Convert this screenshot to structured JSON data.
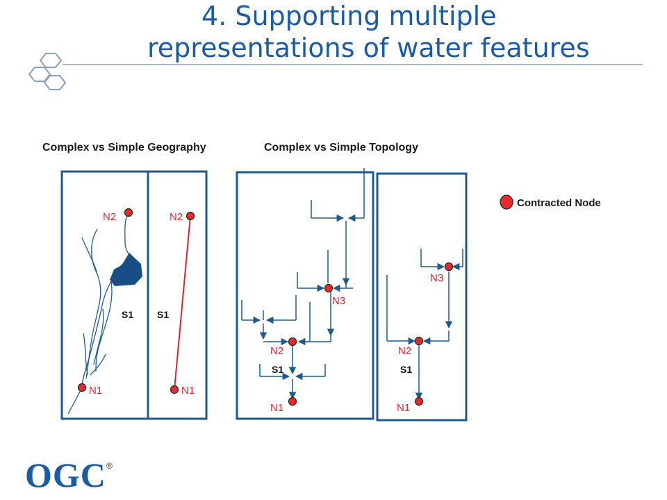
{
  "slide": {
    "title_line1": "4. Supporting multiple",
    "title_line2": "representations of water features"
  },
  "captions": {
    "geography": "Complex vs Simple Geography",
    "topology": "Complex vs Simple Topology"
  },
  "legend": {
    "label": "Contracted Node"
  },
  "labels": {
    "n1": "N1",
    "n2": "N2",
    "n3": "N3",
    "s1": "S1"
  },
  "logo": {
    "text": "OGC",
    "registered": "®"
  },
  "colors": {
    "title": "#1a5aa6",
    "line": "#1f5a8c",
    "node_fill": "#e8282b",
    "lake": "#174e86",
    "simple_segment": "#d9262b"
  }
}
